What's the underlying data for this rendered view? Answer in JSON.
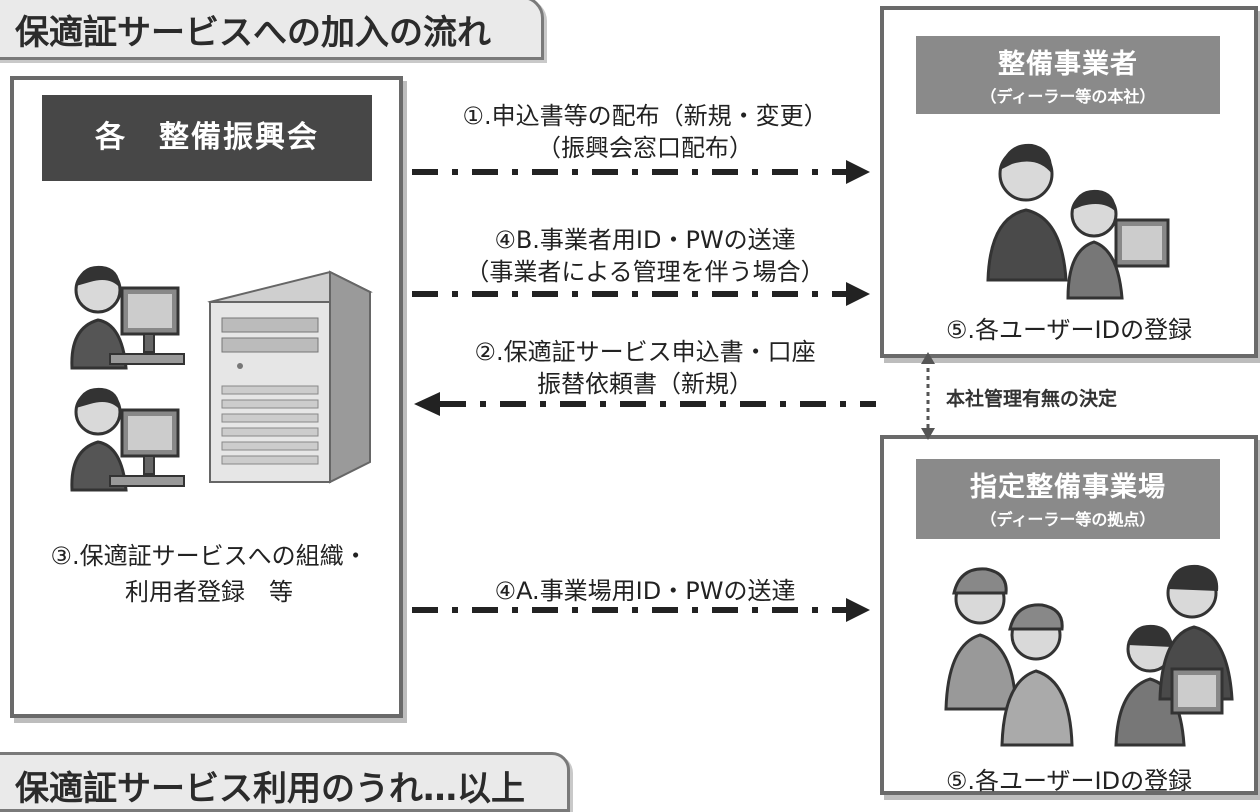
{
  "title_top": "保適証サービスへの加入の流れ",
  "title_bottom": "保適証サービス利用のうれ…以上",
  "left_panel": {
    "header": "各　整備振興会",
    "caption_line1": "③.保適証サービスへの組織・",
    "caption_line2": "利用者登録　等"
  },
  "right_top_panel": {
    "header_main": "整備事業者",
    "header_sub": "（ディーラー等の本社）",
    "caption": "⑤.各ユーザーIDの登録"
  },
  "right_bottom_panel": {
    "header_main": "指定整備事業場",
    "header_sub": "（ディーラー等の拠点）",
    "caption": "⑤.各ユーザーIDの登録"
  },
  "arrows": {
    "a1_line1": "①.申込書等の配布（新規・変更）",
    "a1_line2": "（振興会窓口配布）",
    "a4b_line1": "④B.事業者用ID・PWの送達",
    "a4b_line2": "（事業者による管理を伴う場合）",
    "a2_line1": "②.保適証サービス申込書・口座",
    "a2_line2": "振替依頼書（新規）",
    "a4a_line1": "④A.事業場用ID・PWの送達"
  },
  "management_label": "本社管理有無の決定",
  "colors": {
    "dark_header": "#474747",
    "gray_header": "#8a8a8a",
    "border": "#6a6a6a",
    "tab_bg": "#eaeaea"
  }
}
